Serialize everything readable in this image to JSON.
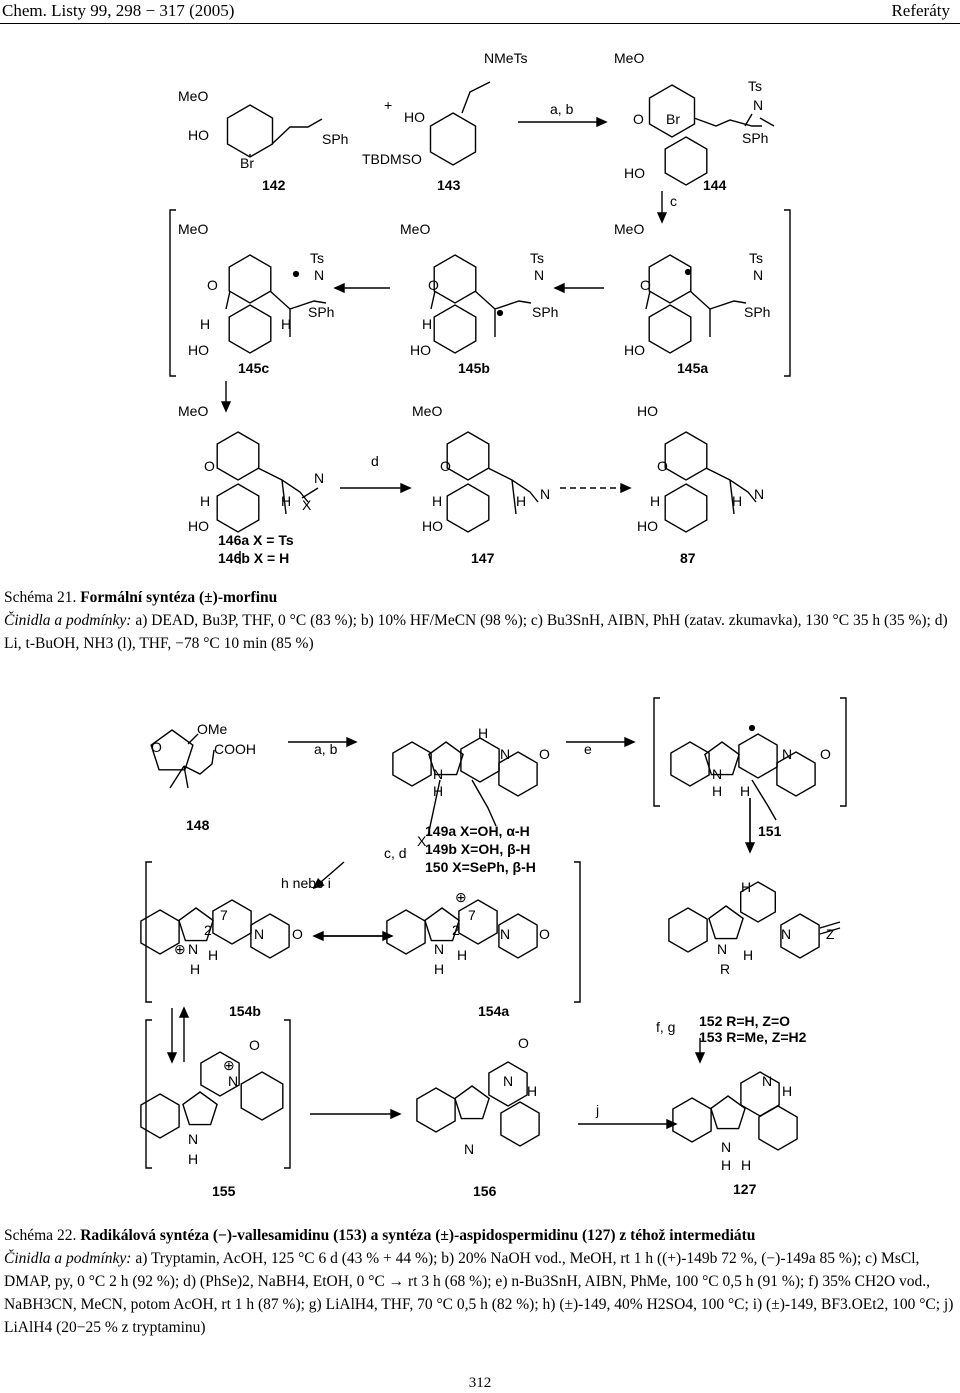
{
  "header": {
    "journal": "Chem. Listy 99, 298 − 317 (2005)",
    "section": "Referáty"
  },
  "scheme21": {
    "compounds": [
      "142",
      "143",
      "144",
      "145a",
      "145b",
      "145c",
      "146a  X = Ts",
      "146b  X = H",
      "147",
      "87"
    ],
    "atom_labels": [
      "MeO",
      "HO",
      "Br",
      "SPh",
      "NMeTs",
      "TBDMSO",
      "O",
      "N",
      "Ts",
      "H",
      "X",
      "+"
    ],
    "reagent_labels": [
      "a, b",
      "c",
      "d"
    ],
    "caption_label": "Schéma 21.",
    "caption_title": "Formální syntéza (±)-morfinu",
    "conditions_label": "Činidla a podmínky:",
    "conditions_text": "a) DEAD, Bu3P, THF, 0 °C (83 %); b) 10% HF/MeCN (98 %); c) Bu3SnH, AIBN, PhH (zatav. zkumavka), 130 °C 35 h (35 %); d) Li, t-BuOH, NH3 (l), THF, −78 °C 10 min (85 %)"
  },
  "scheme22": {
    "compounds": [
      "148",
      "149a  X=OH, α-H",
      "149b  X=OH, β-H",
      "150  X=SePh, β-H",
      "151",
      "152  R=H, Z=O",
      "153  R=Me, Z=H2",
      "154a",
      "154b",
      "155",
      "156",
      "127"
    ],
    "atom_labels": [
      "O",
      "OMe",
      "COOH",
      "N",
      "H",
      "X",
      "R",
      "Z",
      "7",
      "2",
      "⊕"
    ],
    "reagent_labels": [
      "a, b",
      "e",
      "c, d",
      "h nebo i",
      "f, g",
      "j"
    ],
    "caption_label": "Schéma 22.",
    "caption_title": "Radikálová syntéza (−)-vallesamidinu (153) a syntéza (±)-aspidospermidinu (127) z téhož intermediátu",
    "conditions_label": "Činidla a podmínky:",
    "conditions_text": "a) Tryptamin, AcOH, 125 °C 6 d (43 % + 44 %); b) 20% NaOH vod., MeOH, rt 1 h ((+)-149b 72 %, (−)-149a 85 %); c) MsCl, DMAP, py, 0 °C 2 h (92 %); d) (PhSe)2, NaBH4, EtOH, 0 °C → rt 3 h (68 %); e) n-Bu3SnH, AIBN, PhMe, 100 °C 0,5 h (91 %); f) 35% CH2O vod., NaBH3CN, MeCN, potom AcOH, rt 1 h (87 %); g) LiAlH4, THF, 70 °C 0,5 h (82 %); h) (±)-149, 40% H2SO4, 100 °C; i) (±)-149, BF3.OEt2, 100 °C; j) LiAlH4 (20−25 % z tryptaminu)"
  },
  "page_number": "312"
}
